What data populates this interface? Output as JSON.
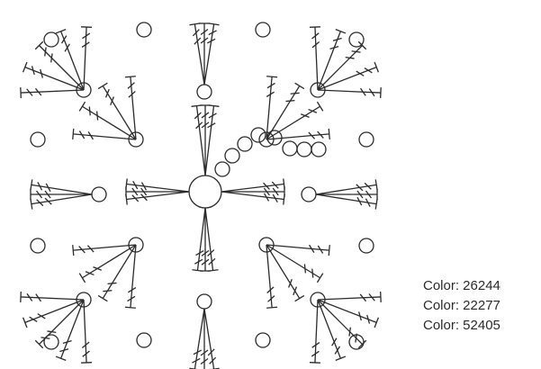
{
  "diagram": {
    "type": "crochet-square-chart",
    "stroke_color": "#2b2b2b",
    "background": "#ffffff"
  },
  "legend": {
    "items": [
      {
        "label": "Color: 26244"
      },
      {
        "label": "Color: 22277"
      },
      {
        "label": "Color: 52405"
      }
    ]
  }
}
